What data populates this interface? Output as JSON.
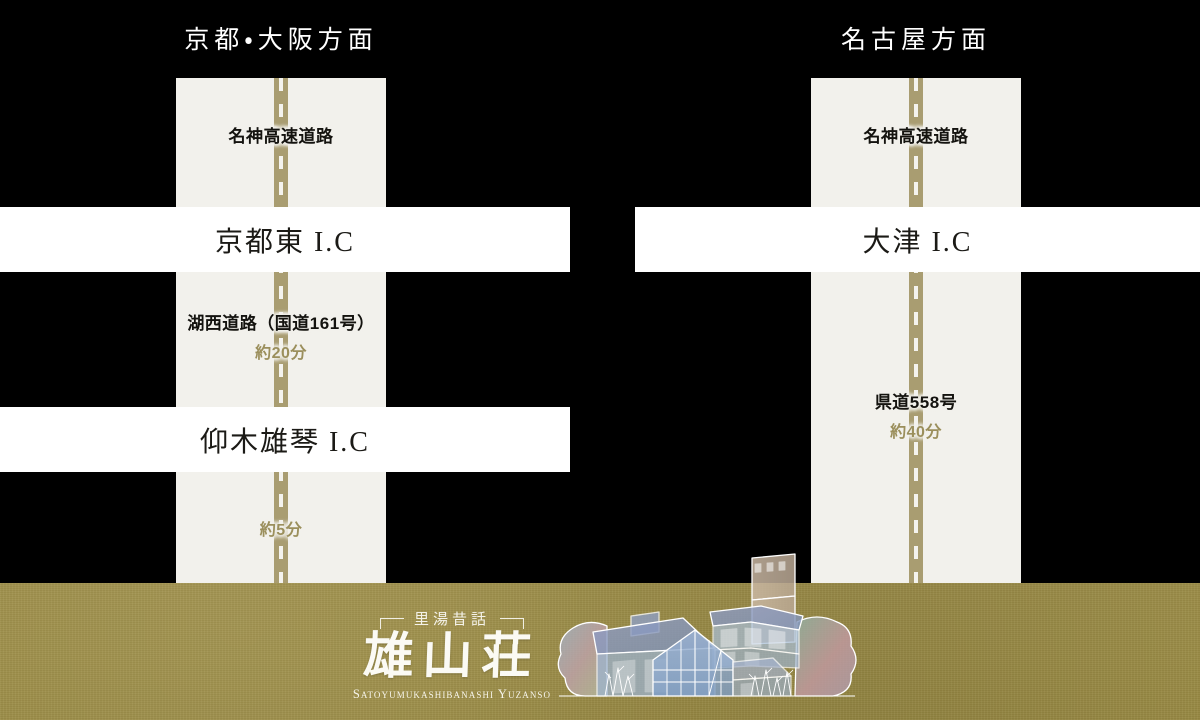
{
  "page": {
    "title": "交通アクセス 高速道路ルート図",
    "background_color": "#000000"
  },
  "colors": {
    "column_bg": "#f2f1ec",
    "road_strip": "#a99d71",
    "road_dash": "#f4f3ee",
    "ic_bar_bg": "#ffffff",
    "time_text": "#9b8f5c",
    "footer_band": "#9c8d46",
    "header_text": "#ffffff"
  },
  "routes": [
    {
      "id": "left",
      "direction_label": "京都・大阪方面",
      "segments": [
        {
          "name": "名神高速道路",
          "time": ""
        },
        {
          "name": "湖西道路（国道161号）",
          "time": "約20分"
        },
        {
          "name": "",
          "time": "約5分"
        }
      ],
      "interchanges": [
        {
          "name": "京都東 I.C"
        },
        {
          "name": "仰木雄琴 I.C"
        }
      ]
    },
    {
      "id": "right",
      "direction_label": "名古屋方面",
      "segments": [
        {
          "name": "名神高速道路",
          "time": ""
        },
        {
          "name": "県道558号",
          "time": "約40分"
        }
      ],
      "interchanges": [
        {
          "name": "大津 I.C"
        }
      ]
    }
  ],
  "footer": {
    "logo": {
      "tagline": "里湯昔話",
      "name": "雄山荘",
      "romaji": "Satoyumukashibanashi Yuzanso"
    },
    "illustration_name": "ryokan-building-illustration"
  }
}
